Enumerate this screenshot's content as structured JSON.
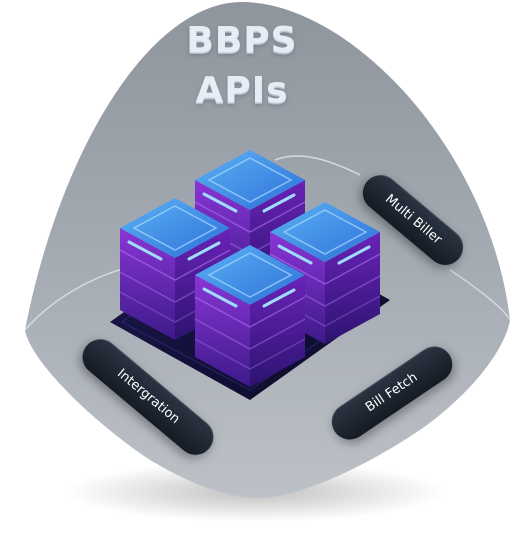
{
  "title": {
    "line1": "BBPS",
    "line2": "APIs"
  },
  "labels": {
    "multi_biller": "Multi Biller",
    "integration": "Intergration",
    "bill_fetch": "Bill Fetch"
  },
  "colors": {
    "dome": "#a9aeb5",
    "platform": "#14123a",
    "server_top": "#3f8fe8",
    "server_body": "#7a28c8",
    "pill": "#1c222c"
  }
}
